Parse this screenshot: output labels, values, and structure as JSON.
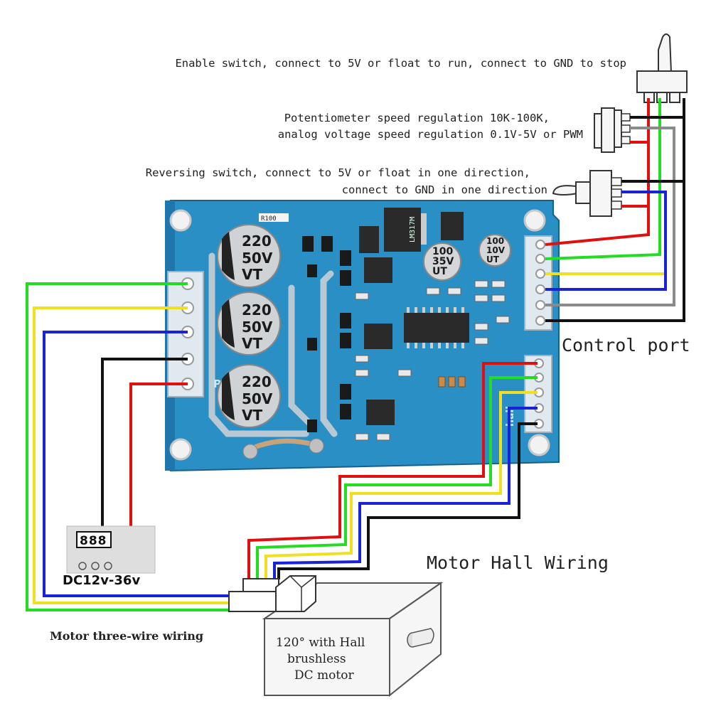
{
  "annotations": {
    "enable_switch": "Enable switch, connect to 5V or float to run, connect to GND to stop",
    "potentiometer_line1": "Potentiometer speed regulation 10K-100K,",
    "potentiometer_line2": "analog voltage speed regulation 0.1V-5V or PWM",
    "reversing_line1": "Reversing switch, connect to 5V or float in one direction,",
    "reversing_line2": "connect to GND in one direction",
    "control_port": "Control port",
    "motor_hall_wiring": "Motor Hall Wiring",
    "motor_three_wire": "Motor three-wire wiring"
  },
  "board": {
    "capacitors": [
      {
        "value": "220",
        "voltage": "50V",
        "brand": "VT"
      },
      {
        "value": "220",
        "voltage": "50V",
        "brand": "VT"
      },
      {
        "value": "220",
        "voltage": "50V",
        "brand": "VT"
      }
    ],
    "small_caps": [
      {
        "value": "100",
        "voltage": "35V",
        "brand": "UT"
      },
      {
        "value": "100",
        "voltage": "10V",
        "brand": "UT"
      }
    ],
    "regulator": "LM317M",
    "resistor": "R100",
    "silk_p": "P-",
    "silk_hall": "hall"
  },
  "power_supply": {
    "display": "888",
    "label": "DC12v-36v"
  },
  "motor": {
    "line1": "120°  with Hall",
    "line2": "brushless",
    "line3": "DC motor"
  },
  "colors": {
    "pcb": "#2a8fc4",
    "pcb_dark": "#1d6fa0",
    "wire_red": "#e01010",
    "wire_green": "#22dd22",
    "wire_yellow": "#f0e020",
    "wire_blue": "#1a22d8",
    "wire_black": "#111111",
    "wire_gray": "#8a8a8a"
  }
}
